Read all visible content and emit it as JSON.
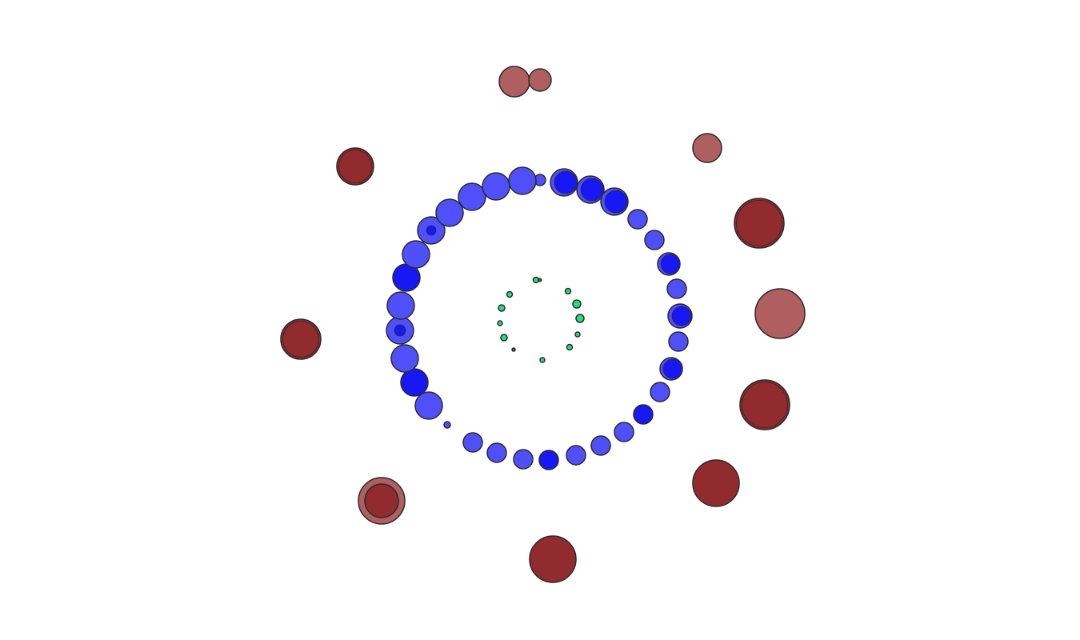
{
  "palette": {
    "outer_dark": "#922b2e",
    "outer_light": "#af5f5f",
    "middle_light": "#5050fa",
    "middle_dark": "#1818f5",
    "inner": "#22e07a",
    "stroke": "#2a2a2a",
    "background": "#ffffff"
  },
  "rings": {
    "outer": {
      "nodes": [
        {
          "tone": "light",
          "size": 19
        },
        {
          "tone": "light",
          "size": 14
        },
        {
          "tone": "light",
          "size": 18
        },
        {
          "tone": "dark",
          "size": 31,
          "ring": 1
        },
        {
          "tone": "light",
          "size": 31
        },
        {
          "tone": "dark",
          "size": 31,
          "ring": 1
        },
        {
          "tone": "dark",
          "size": 29
        },
        {
          "tone": "dark",
          "size": 29
        },
        {
          "tone": "light",
          "size": 29,
          "inner": 21
        },
        {
          "tone": "dark",
          "size": 25,
          "ring": 1
        },
        {
          "tone": "dark",
          "size": 23,
          "ring": 1
        }
      ]
    },
    "middle": {
      "nodes": [
        {
          "tone": "light",
          "size": 7
        },
        {
          "tone": "dark",
          "size": 17,
          "ring": 14
        },
        {
          "tone": "dark",
          "size": 17,
          "ring": 14
        },
        {
          "tone": "dark",
          "size": 17,
          "ring": 14
        },
        {
          "tone": "light",
          "size": 12
        },
        {
          "tone": "light",
          "size": 12
        },
        {
          "tone": "dark",
          "size": 14,
          "ring": 12
        },
        {
          "tone": "light",
          "size": 12
        },
        {
          "tone": "dark",
          "size": 15,
          "ring": 12
        },
        {
          "tone": "light",
          "size": 12
        },
        {
          "tone": "dark",
          "size": 14,
          "ring": 12
        },
        {
          "tone": "light",
          "size": 12
        },
        {
          "tone": "dark",
          "size": 12
        },
        {
          "tone": "light",
          "size": 12
        },
        {
          "tone": "light",
          "size": 12
        },
        {
          "tone": "light",
          "size": 12
        },
        {
          "tone": "dark",
          "size": 12
        },
        {
          "tone": "light",
          "size": 12
        },
        {
          "tone": "light",
          "size": 12
        },
        {
          "tone": "light",
          "size": 12
        },
        {
          "tone": "light",
          "size": 4
        },
        {
          "tone": "light",
          "size": 17
        },
        {
          "tone": "dark",
          "size": 17
        },
        {
          "tone": "light",
          "size": 17
        },
        {
          "tone": "light",
          "size": 17,
          "inner": 7
        },
        {
          "tone": "light",
          "size": 17
        },
        {
          "tone": "dark",
          "size": 17
        },
        {
          "tone": "light",
          "size": 17
        },
        {
          "tone": "light",
          "size": 17,
          "inner": 6
        },
        {
          "tone": "light",
          "size": 17
        },
        {
          "tone": "light",
          "size": 17
        },
        {
          "tone": "light",
          "size": 17
        },
        {
          "tone": "light",
          "size": 17
        }
      ]
    },
    "inner": {
      "nodes": [
        {
          "size": 3.5
        },
        {
          "size": 1.8
        },
        {
          "size": 3.5
        },
        {
          "size": 5
        },
        {
          "size": 5
        },
        {
          "size": 3
        },
        {
          "size": 3.5
        },
        {
          "size": 3
        },
        {
          "size": 2
        },
        {
          "size": 4
        },
        {
          "size": 3
        },
        {
          "size": 4
        },
        {
          "size": 3.5
        }
      ]
    }
  }
}
